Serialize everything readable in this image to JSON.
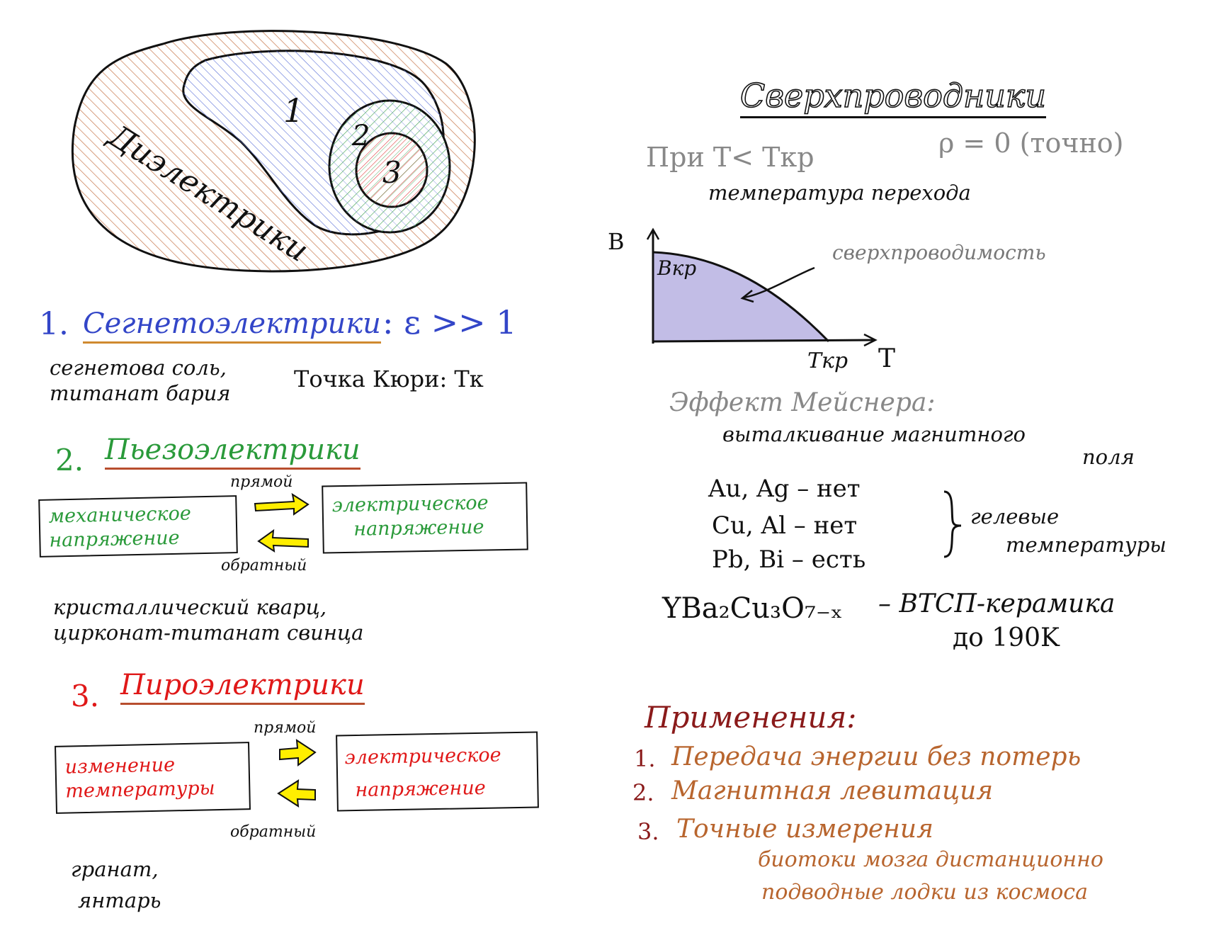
{
  "colors": {
    "blue": "#3346c8",
    "green": "#2a9a3a",
    "red": "#e01818",
    "brown": "#8a1a1a",
    "orange": "#b8652e",
    "gray": "#888888",
    "purple_fill": "#c2bde6",
    "yellow": "#ffee00"
  },
  "venn": {
    "outer_label": "Диэлектрики",
    "region_1": "1",
    "region_2": "2",
    "region_3": "3"
  },
  "left": {
    "sec1": {
      "num": "1.",
      "title": "Сегнетоэлектрики",
      "formula": ": ε >> 1",
      "examples_line1": "сегнетова соль,",
      "examples_line2": "титанат бария",
      "curie": "Точка Кюри: Тк"
    },
    "sec2": {
      "num": "2.",
      "title": "Пьезоэлектрики",
      "direct": "прямой",
      "inverse": "обратный",
      "box_left_l1": "механическое",
      "box_left_l2": "напряжение",
      "box_right_l1": "электрическое",
      "box_right_l2": "напряжение",
      "examples_line1": "кристаллический кварц,",
      "examples_line2": "цирконат-титанат свинца"
    },
    "sec3": {
      "num": "3.",
      "title": "Пироэлектрики",
      "direct": "прямой",
      "inverse": "обратный",
      "box_left_l1": "изменение",
      "box_left_l2": "температуры",
      "box_right_l1": "электрическое",
      "box_right_l2": "напряжение",
      "examples_line1": "гранат,",
      "examples_line2": "янтарь"
    }
  },
  "right": {
    "title": "Сверхпроводники",
    "cond_left": "При T< Tкр",
    "cond_right": "ρ = 0 (точно)",
    "transition": "температура перехода",
    "graph": {
      "y_axis": "B",
      "x_axis": "T",
      "b_kr": "Bкр",
      "t_kr": "Tкр",
      "region": "сверхпроводимость"
    },
    "meissner_title": "Эффект Мейснера:",
    "meissner_l1": "выталкивание магнитного",
    "meissner_l2": "поля",
    "metals": [
      "Au, Ag – нет",
      "Cu, Al – нет",
      "Pb, Bi – есть"
    ],
    "metals_note_l1": "гелевые",
    "metals_note_l2": "температуры",
    "ceramic_formula": "YBa₂Cu₃O₇₋ₓ",
    "ceramic_desc": "– ВТСП-керамика",
    "ceramic_limit": "до 190K",
    "apps_title": "Применения:",
    "apps": [
      {
        "num": "1.",
        "text": "Передача энергии без потерь"
      },
      {
        "num": "2.",
        "text": "Магнитная левитация"
      },
      {
        "num": "3.",
        "text": "Точные измерения"
      }
    ],
    "apps_sub1": "биотоки мозга дистанционно",
    "apps_sub2": "подводные лодки из космоса"
  }
}
